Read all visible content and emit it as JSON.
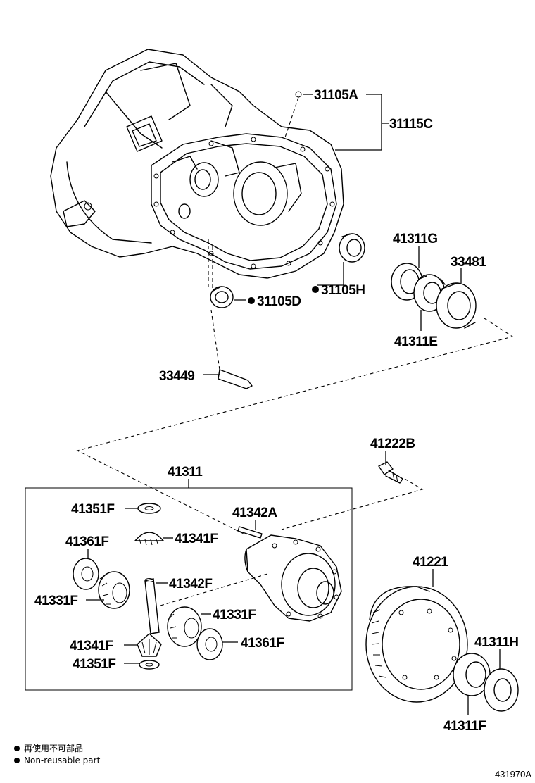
{
  "labels": {
    "p31105A": "31105A",
    "p31115C": "31115C",
    "p31105D": "31105D",
    "p31105H": "31105H",
    "p41311G": "41311G",
    "p33481": "33481",
    "p41311E": "41311E",
    "p33449": "33449",
    "p41222B": "41222B",
    "p41311": "41311",
    "p41351F_top": "41351F",
    "p41342A": "41342A",
    "p41361F_left": "41361F",
    "p41341F_top": "41341F",
    "p41342F": "41342F",
    "p41331F_left": "41331F",
    "p41331F_right": "41331F",
    "p41341F_bottom": "41341F",
    "p41361F_right": "41361F",
    "p41351F_bottom": "41351F",
    "p41221": "41221",
    "p41311H": "41311H",
    "p41311F": "41311F"
  },
  "legend": {
    "japanese": "再使用不可部品",
    "english": "Non-reusable part"
  },
  "illustration_code": "431970A",
  "colors": {
    "ink": "#000000",
    "paper": "#ffffff"
  }
}
